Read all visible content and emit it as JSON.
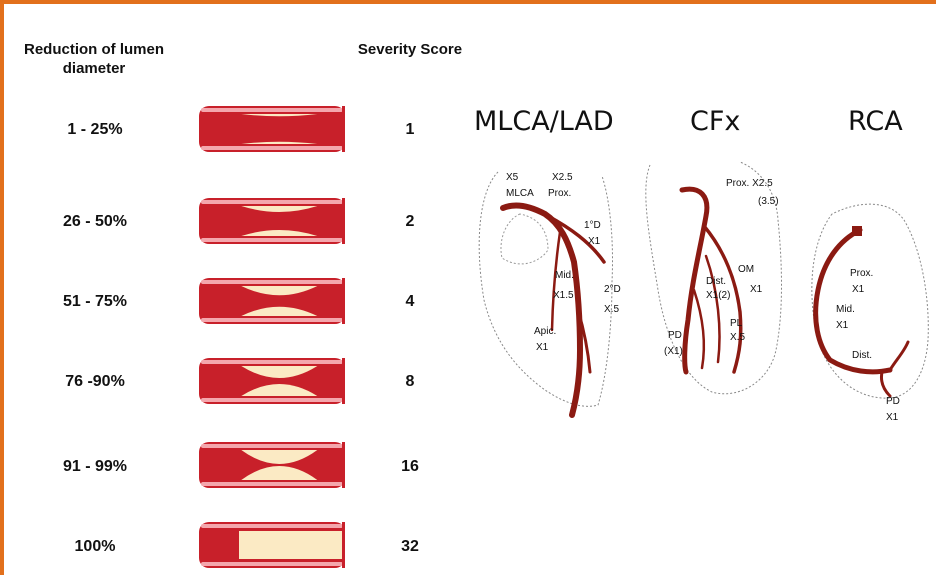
{
  "table": {
    "header_reduction_line1": "Reduction of lumen",
    "header_reduction_line2": "diameter",
    "header_score": "Severity Score",
    "rows": [
      {
        "range": "1 - 25%",
        "score": "1"
      },
      {
        "range": "26 - 50%",
        "score": "2"
      },
      {
        "range": "51 - 75%",
        "score": "4"
      },
      {
        "range": "76 -90%",
        "score": "8"
      },
      {
        "range": "91 - 99%",
        "score": "16"
      },
      {
        "range": "100%",
        "score": "32"
      }
    ],
    "stenosis_levels": [
      0.15,
      0.4,
      0.62,
      0.8,
      0.93,
      1.0
    ]
  },
  "hearts": {
    "lad": {
      "title": "MLCA/LAD",
      "labels": [
        "X5",
        "X2.5",
        "MLCA",
        "Prox.",
        "1°D",
        "X1",
        "Mid.",
        "X1.5",
        "2°D",
        "X.5",
        "Apic.",
        "X1"
      ]
    },
    "cfx": {
      "title": "CFx",
      "labels": [
        "Prox. X2.5",
        "(3.5)",
        "OM",
        "Dist.",
        "X1(2)",
        "X1",
        "PD",
        "(X1)",
        "PL",
        "X.5"
      ]
    },
    "rca": {
      "title": "RCA",
      "labels": [
        "Prox.",
        "X1",
        "Mid.",
        "X1",
        "Dist.",
        "PD",
        "X1"
      ]
    }
  },
  "colors": {
    "border": "#e2701c",
    "vessel_wall": "#c8202a",
    "vessel_highlight": "#f4a7ad",
    "plaque": "#fbeac4",
    "artery": "#8b1a12"
  }
}
